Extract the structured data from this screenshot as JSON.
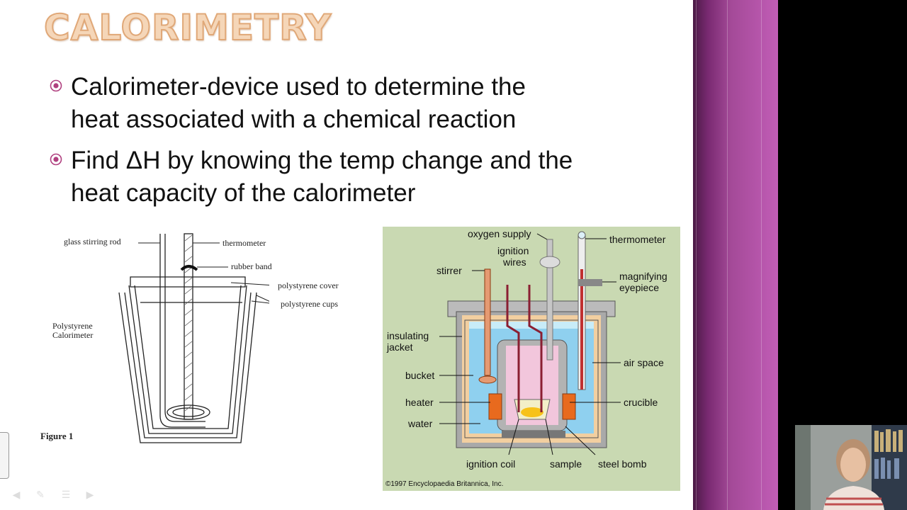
{
  "slide": {
    "title": "CALORIMETRY",
    "bullets": [
      {
        "line1": "Calorimeter-device used to determine the",
        "line2": "heat associated with a chemical reaction"
      },
      {
        "line1": "Find ΔH by knowing the temp change and the",
        "line2": "heat capacity of the calorimeter"
      }
    ]
  },
  "figure1": {
    "labels": {
      "glass_stirring_rod": "glass stirring rod",
      "thermometer": "thermometer",
      "rubber_band": "rubber band",
      "polystyrene_cover": "polystyrene cover",
      "polystyrene_cups": "polystyrene cups",
      "calorimeter_line1": "Polystyrene",
      "calorimeter_line2": "Calorimeter",
      "caption": "Figure 1"
    }
  },
  "figure2": {
    "labels": {
      "oxygen_supply": "oxygen supply",
      "thermometer": "thermometer",
      "ignition_wires_1": "ignition",
      "ignition_wires_2": "wires",
      "stirrer": "stirrer",
      "magnifying_1": "magnifying",
      "magnifying_2": "eyepiece",
      "insulating_1": "insulating",
      "insulating_2": "jacket",
      "air_space": "air space",
      "bucket": "bucket",
      "heater": "heater",
      "crucible": "crucible",
      "water": "water",
      "ignition_coil": "ignition coil",
      "sample": "sample",
      "steel_bomb": "steel bomb",
      "copyright": "©1997 Encyclopaedia Britannica, Inc."
    }
  },
  "colors": {
    "title_fill": "#f5d6b8",
    "title_stroke": "#e0a878",
    "bullet_mark": "#b0407f",
    "side_band": "#b55aab",
    "bomb_background": "#c9d9b2"
  },
  "icons": {
    "bullet": "circled-dot-icon",
    "toolbar": [
      "previous-arrow-icon",
      "pen-icon",
      "menu-icon",
      "next-arrow-icon"
    ]
  }
}
